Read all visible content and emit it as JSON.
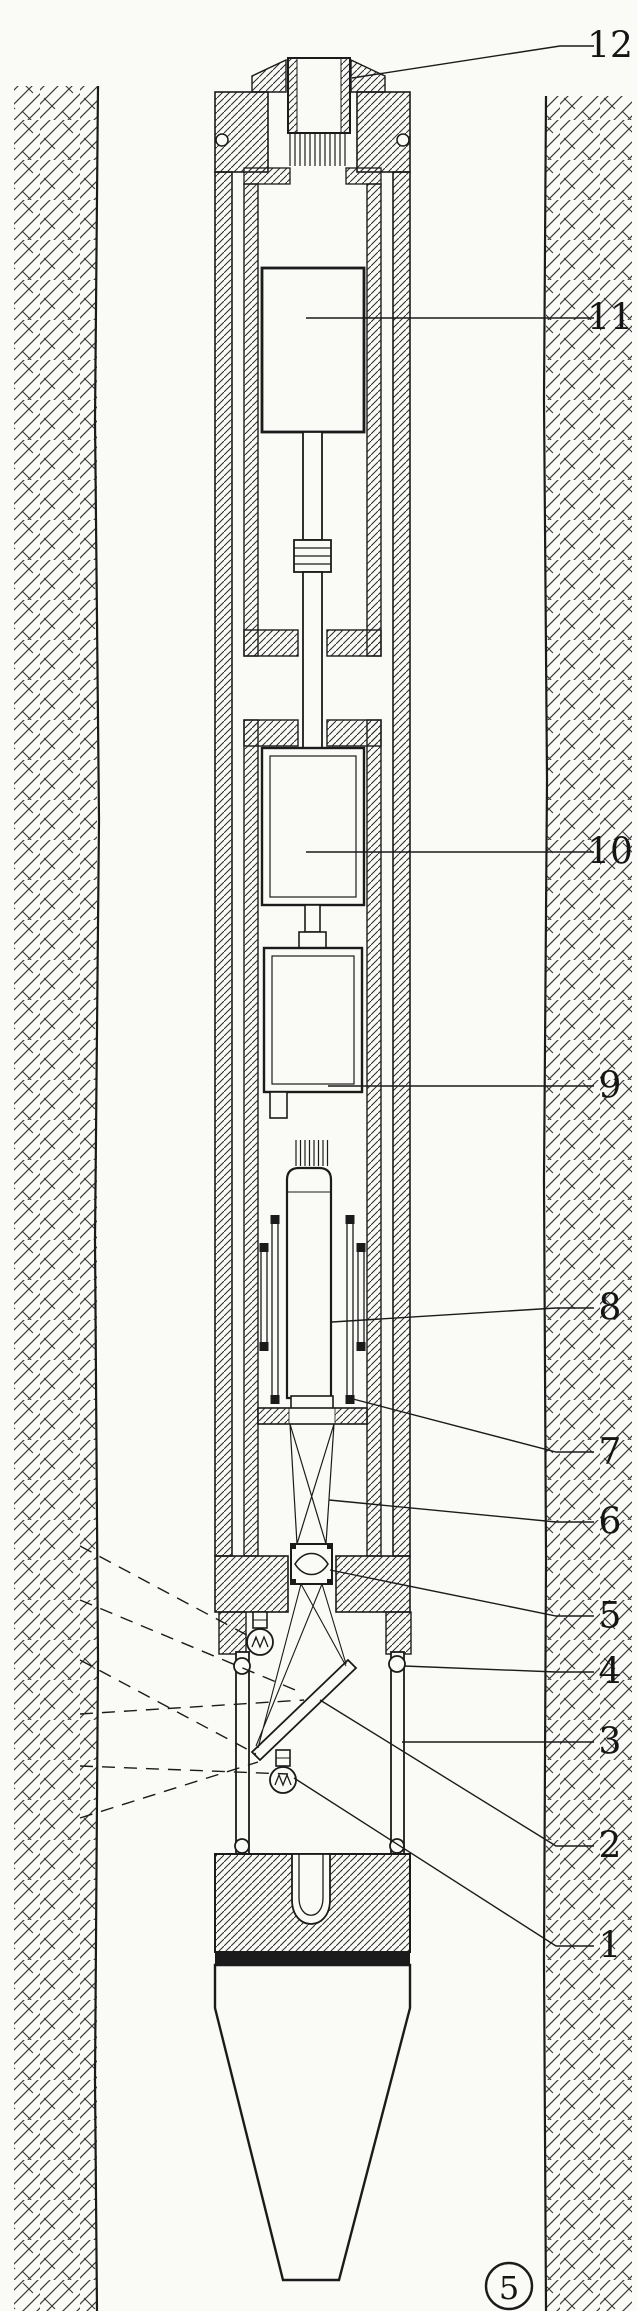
{
  "figure": {
    "number": "5"
  },
  "labels": {
    "l1": "1",
    "l2": "2",
    "l3": "3",
    "l4": "4",
    "l5": "5",
    "l6": "6",
    "l7": "7",
    "l8": "8",
    "l9": "9",
    "l10": "10",
    "l11": "11",
    "l12": "12"
  }
}
